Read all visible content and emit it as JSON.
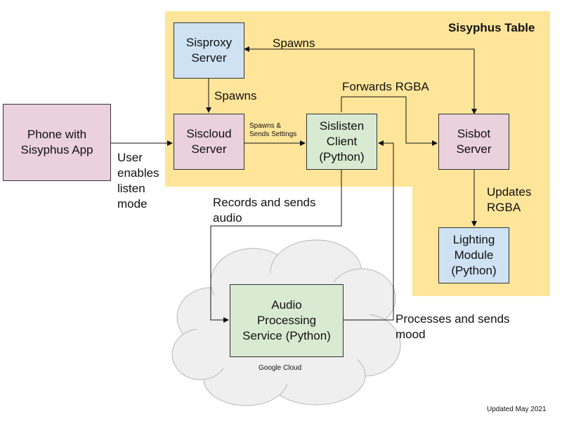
{
  "diagram": {
    "region_title": "Sisyphus Table",
    "cloud_label": "Google Cloud",
    "footer": "Updated May 2021",
    "colors": {
      "table_region": "#ffe599",
      "phone_and_server_nodes": "#ead1dc",
      "proxy_and_lighting_nodes": "#cfe2f3",
      "python_nodes": "#d9ead3",
      "cloud": "#efefef"
    },
    "nodes": {
      "phone": "Phone with\nSisyphus App",
      "sisproxy": "Sisproxy\nServer",
      "siscloud": "Siscloud\nServer",
      "sislisten": "Sislisten\nClient\n(Python)",
      "sisbot": "Sisbot\nServer",
      "lighting": "Lighting\nModule\n(Python)",
      "audio": "Audio\nProcessing\nService (Python)"
    },
    "edges": {
      "sisproxy_to_sisbot": "Spawns",
      "sisproxy_to_siscloud": "Spawns",
      "sislisten_to_sisbot": "Forwards RGBA",
      "siscloud_to_sislisten": "Spawns &\nSends Settings",
      "phone_to_siscloud": "User\nenables\nlisten\nmode",
      "sisbot_to_lighting": "Updates\nRGBA",
      "sislisten_to_audio": "Records and sends\naudio",
      "audio_to_sislisten": "Processes and sends\nmood"
    }
  }
}
